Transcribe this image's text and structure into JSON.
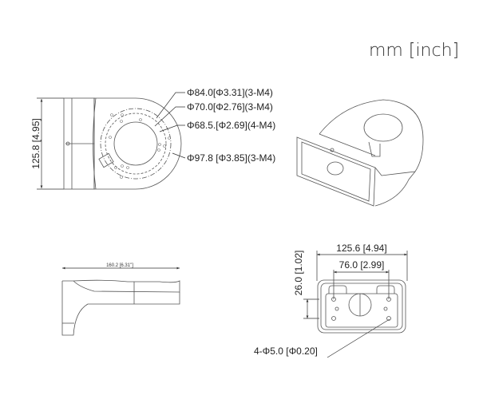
{
  "units_title": "mm [inch]",
  "top_view": {
    "height_dim": "125.8 [4.95]",
    "callouts": [
      "Φ84.0[Φ3.31](3-M4)",
      "Φ70.0[Φ2.76](3-M4)",
      "Φ68.5.[Φ2.69](4-M4)",
      "Φ97.8 [Φ3.85](3-M4)"
    ]
  },
  "side_view": {
    "length_dim": "160.2 [6.31\"]"
  },
  "front_view": {
    "width_dim": "125.6 [4.94]",
    "hole_spacing_dim": "76.0 [2.99]",
    "height_dim": "26.0 [1.02]",
    "hole_callout": "4-Φ5.0 [Φ0.20]"
  }
}
